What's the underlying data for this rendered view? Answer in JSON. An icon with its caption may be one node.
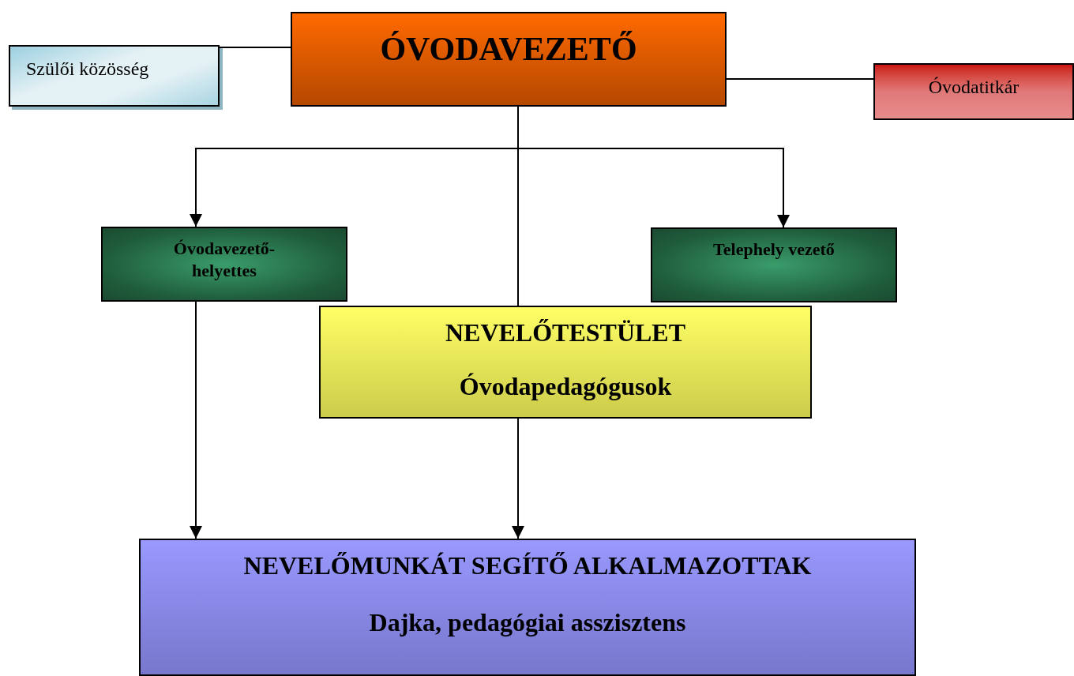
{
  "diagram": {
    "nodes": [
      {
        "text": [
          "ÓVODAVEZETŐ"
        ]
      },
      {
        "text": [
          "Szülői közösség"
        ]
      },
      {
        "text": [
          "Óvodatitkár"
        ]
      },
      {
        "text": [
          "Óvodavezető-helyettes"
        ]
      },
      {
        "text": [
          "Telephely vezető"
        ]
      },
      {
        "text": [
          "NEVELŐTESTÜLET",
          "Óvodapedagógusok"
        ]
      },
      {
        "text": [
          "NEVELŐMUNKÁT SEGÍTŐ ALKALMAZOTTAK",
          "Dajka, pedagógiai asszisztens"
        ]
      }
    ],
    "edges": [
      {
        "from": 0,
        "to": 1,
        "arrow": "none"
      },
      {
        "from": 0,
        "to": 2,
        "arrow": "none"
      },
      {
        "from": 0,
        "to": 3,
        "arrow": "to"
      },
      {
        "from": 0,
        "to": 4,
        "arrow": "to"
      },
      {
        "from": 0,
        "to": 5,
        "arrow": "none"
      },
      {
        "from": 3,
        "to": 6,
        "arrow": "to"
      },
      {
        "from": 5,
        "to": 6,
        "arrow": "to"
      }
    ]
  }
}
